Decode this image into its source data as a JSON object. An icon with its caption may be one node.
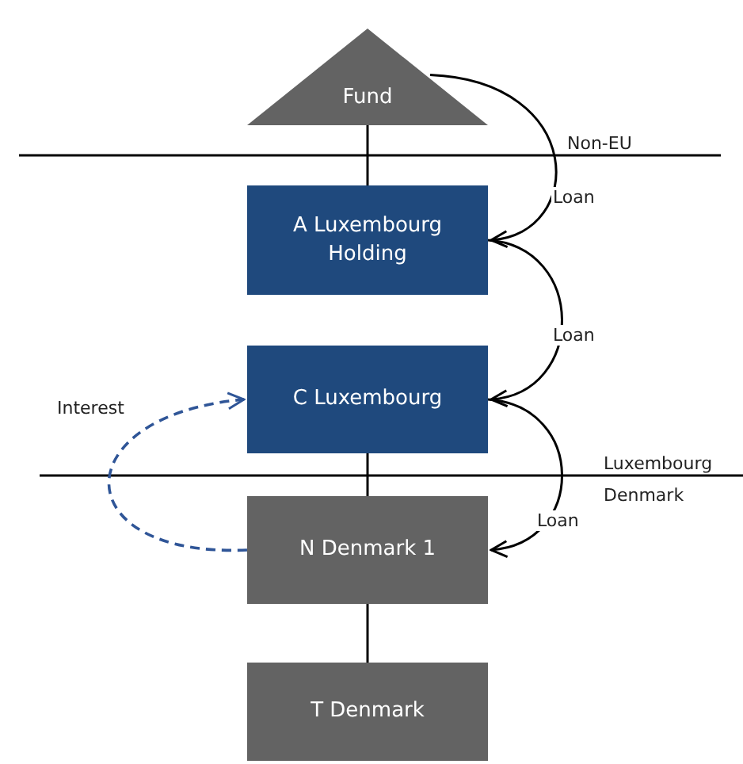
{
  "diagram": {
    "nodes": [
      {
        "text": [
          "Fund"
        ]
      },
      {
        "text": [
          "A Luxembourg Holding"
        ]
      },
      {
        "text": [
          "C Luxembourg"
        ]
      },
      {
        "text": [
          "N Denmark 1"
        ]
      },
      {
        "text": [
          "T Denmark"
        ]
      }
    ],
    "edges": [
      {
        "from": 0,
        "to": 1,
        "arrow": "none"
      },
      {
        "from": 2,
        "to": 3,
        "arrow": "none"
      },
      {
        "from": 3,
        "to": 4,
        "arrow": "none"
      },
      {
        "from": 0,
        "to": 1,
        "arrow": "to",
        "label": "Loan"
      },
      {
        "from": 1,
        "to": 2,
        "arrow": "to",
        "label": "Loan"
      },
      {
        "from": 2,
        "to": 3,
        "arrow": "to",
        "label": "Loan"
      },
      {
        "from": 3,
        "to": 2,
        "arrow": "to",
        "label": "Interest",
        "style": "dashed",
        "color": "#2f5597"
      }
    ],
    "labels": [
      "Non-EU",
      "Luxembourg",
      "Denmark"
    ]
  }
}
